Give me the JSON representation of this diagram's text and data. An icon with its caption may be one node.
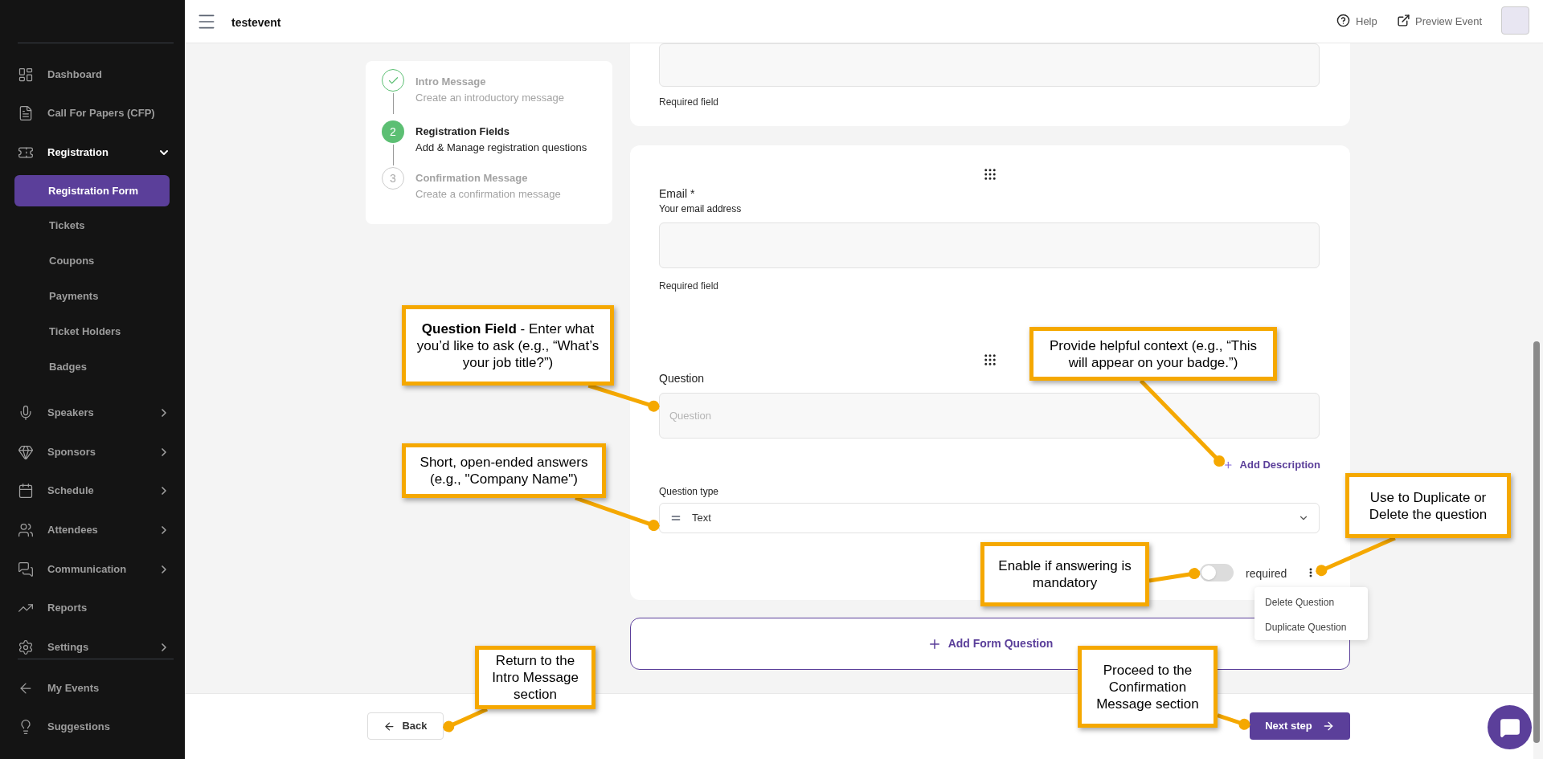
{
  "diagram": {
    "nodes": [
      {
        "text": [
          "**Question Field** - Enter what you’d like to ask (e.g., “What’s your job title?”)"
        ]
      },
      {
        "text": [
          "Short, open-ended answers (e.g., \"Company Name\")"
        ]
      },
      {
        "text": [
          "Provide helpful context (e.g., “This will appear on your badge.”)"
        ]
      },
      {
        "text": [
          "Use to Duplicate or Delete the question"
        ]
      },
      {
        "text": [
          "Enable if answering is mandatory"
        ]
      },
      {
        "text": [
          "Return to the Intro Message section"
        ]
      },
      {
        "text": [
          "Proceed to the Confirmation Message section"
        ]
      },
      {
        "text": [
          "Question"
        ],
        "beside": [
          "Question"
        ]
      },
      {
        "text": [
          "Text"
        ],
        "beside": [
          "Question type"
        ]
      },
      {
        "text": [
          "Add Description"
        ]
      },
      {
        "text": [],
        "shape": "switch"
      },
      {
        "text": [],
        "shape": "picture"
      },
      {
        "text": [
          "Back"
        ]
      },
      {
        "text": [
          "Next step"
        ]
      },
      {
        "text": [],
        "shape": "box"
      },
      {
        "text": [],
        "shape": "box"
      }
    ],
    "edges": [
      {
        "from": 0,
        "to": 7,
        "arrow": "other"
      },
      {
        "from": 1,
        "to": 8,
        "arrow": "other"
      },
      {
        "from": 2,
        "to": 9,
        "arrow": "other"
      },
      {
        "from": 3,
        "to": 11,
        "arrow": "other"
      },
      {
        "from": 4,
        "to": 10,
        "arrow": "other"
      },
      {
        "from": 5,
        "to": 12,
        "arrow": "other"
      },
      {
        "from": 6,
        "to": 13,
        "arrow": "other"
      }
    ],
    "labels": [
      "testevent",
      "Help",
      "Preview Event",
      "Dashboard",
      "Call For Papers (CFP)",
      "Registration",
      "Registration Form",
      "Tickets",
      "Coupons",
      "Payments",
      "Ticket Holders",
      "Badges",
      "Speakers",
      "Sponsors",
      "Schedule",
      "Attendees",
      "Communication",
      "Reports",
      "Settings",
      "My Events",
      "Suggestions",
      "Intro Message",
      "Create an introductory message",
      "2",
      "Registration Fields",
      "Add & Manage registration questions",
      "3",
      "Confirmation Message",
      "Create a confirmation message",
      "Required field",
      "Email *",
      "Your email address",
      "Required field",
      "required",
      "Delete Question",
      "Duplicate Question",
      "Add Form Question"
    ]
  }
}
